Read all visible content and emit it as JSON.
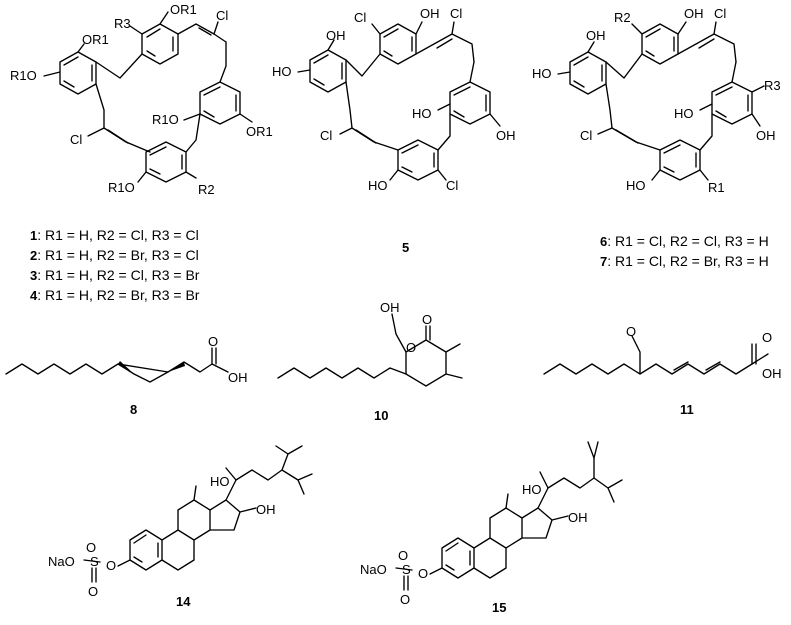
{
  "compounds": {
    "c1_4": {
      "labels": {
        "OR1_a": "OR1",
        "R3": "R3",
        "OR1_b": "OR1",
        "Cl_a": "Cl",
        "R1O_a": "R1O",
        "R1O_b": "R1O",
        "OR1_c": "OR1",
        "Cl_b": "Cl",
        "R1O_c": "R1O",
        "R2": "R2"
      },
      "captions": [
        {
          "num": "1",
          "text": ": R1 = H, R2 = Cl, R3 = Cl"
        },
        {
          "num": "2",
          "text": ": R1 = H, R2 = Br, R3 = Cl"
        },
        {
          "num": "3",
          "text": ": R1 = H, R2 = Cl, R3 = Br"
        },
        {
          "num": "4",
          "text": ": R1 = H, R2 = Br, R3 = Br"
        }
      ]
    },
    "c5": {
      "number": "5",
      "labels": {
        "Cl_a": "Cl",
        "OH_a": "OH",
        "OH_b": "OH",
        "Cl_b": "Cl",
        "HO_a": "HO",
        "HO_b": "HO",
        "OH_c": "OH",
        "Cl_c": "Cl",
        "HO_c": "HO",
        "Cl_d": "Cl"
      }
    },
    "c6_7": {
      "labels": {
        "R2": "R2",
        "OH_a": "OH",
        "OH_b": "OH",
        "Cl_a": "Cl",
        "HO_a": "HO",
        "R3": "R3",
        "HO_b": "HO",
        "OH_c": "OH",
        "Cl_b": "Cl",
        "HO_c": "HO",
        "R1": "R1"
      },
      "captions": [
        {
          "num": "6",
          "text": ": R1 = Cl, R2 = Cl, R3 = H"
        },
        {
          "num": "7",
          "text": ": R1 = Cl, R2 = Br, R3 = H"
        }
      ]
    },
    "c8": {
      "number": "8",
      "labels": {
        "O": "O",
        "OH": "OH"
      }
    },
    "c10": {
      "number": "10",
      "labels": {
        "OH": "OH",
        "O_ring": "O",
        "O_co": "O"
      }
    },
    "c11": {
      "number": "11",
      "labels": {
        "O_me": "O",
        "O": "O",
        "OH": "OH"
      }
    },
    "c14": {
      "number": "14",
      "labels": {
        "HO": "HO",
        "OH": "OH",
        "NaO": "NaO",
        "S": "S",
        "O_a": "O",
        "O_b": "O",
        "O_c": "O"
      }
    },
    "c15": {
      "number": "15",
      "labels": {
        "HO": "HO",
        "OH": "OH",
        "NaO": "NaO",
        "S": "S",
        "O_a": "O",
        "O_b": "O",
        "O_c": "O"
      }
    }
  }
}
